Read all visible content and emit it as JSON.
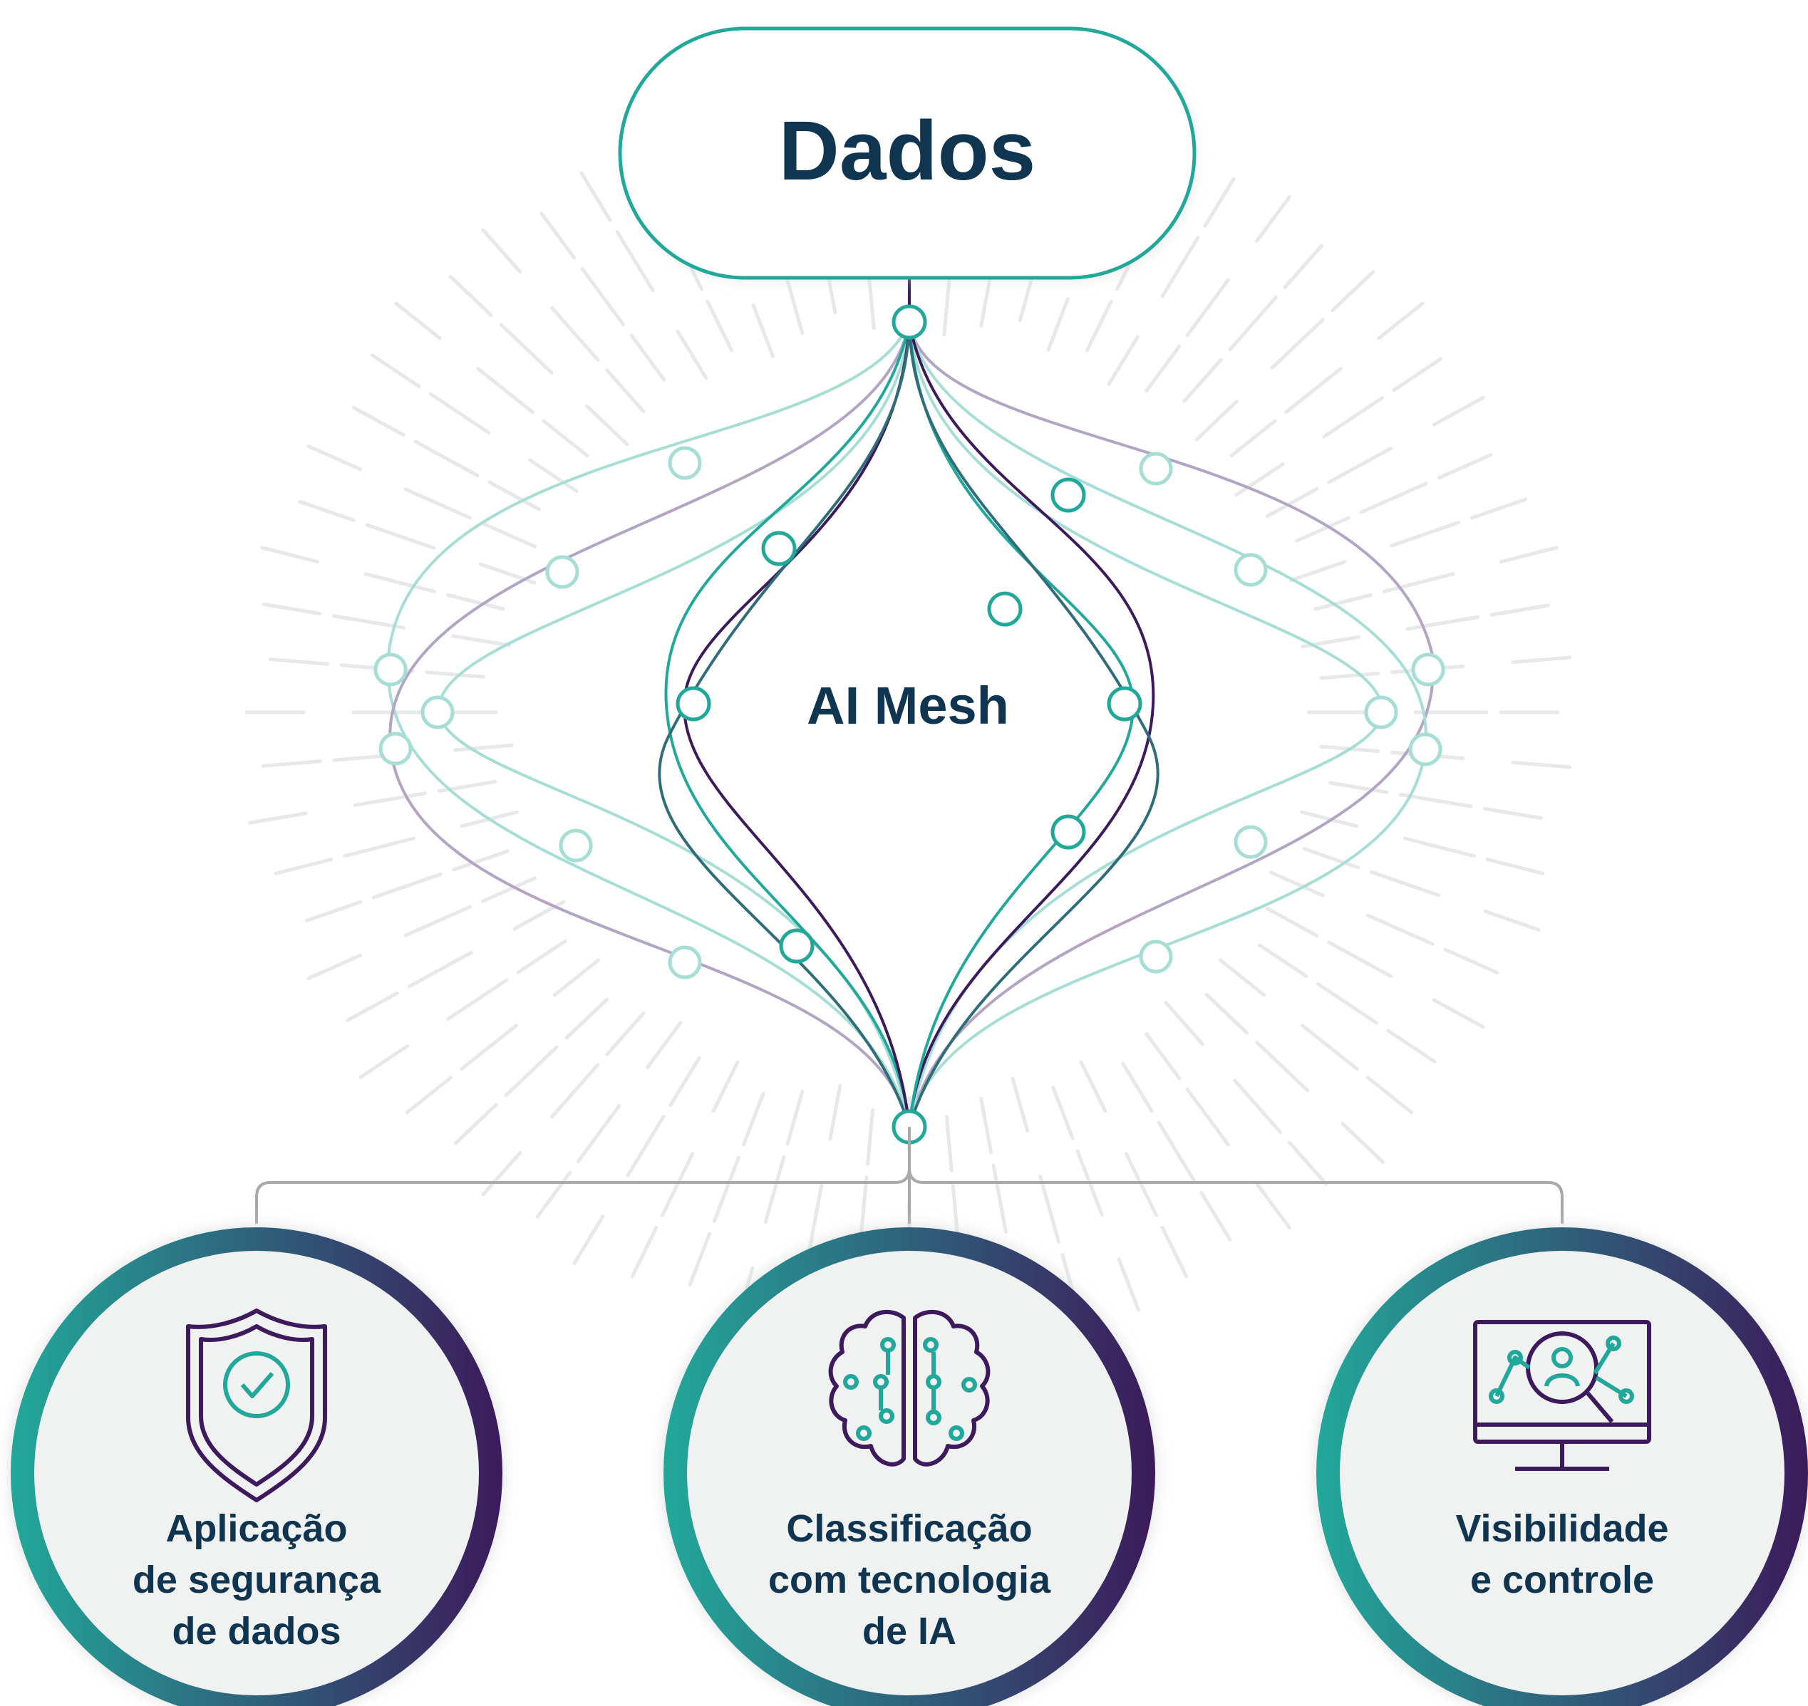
{
  "title": "Dados",
  "mesh_label": "AI Mesh",
  "colors": {
    "teal": "#22a89a",
    "purple": "#3c1a5b",
    "light_teal": "#a6ddd5",
    "light_purple": "#b3a4c4",
    "navy": "#0f3550",
    "ray": "#e6e8ea",
    "circle_fill": "#f0f1f1",
    "connector": "#a7a9ab"
  },
  "cards": [
    {
      "icon": "shield-check-icon",
      "lines": [
        "Aplicação",
        "de segurança",
        "de dados"
      ]
    },
    {
      "icon": "brain-network-icon",
      "lines": [
        "Classificação",
        "com tecnologia",
        "de IA"
      ]
    },
    {
      "icon": "monitor-search-icon",
      "lines": [
        "Visibilidade",
        "e controle"
      ]
    }
  ]
}
